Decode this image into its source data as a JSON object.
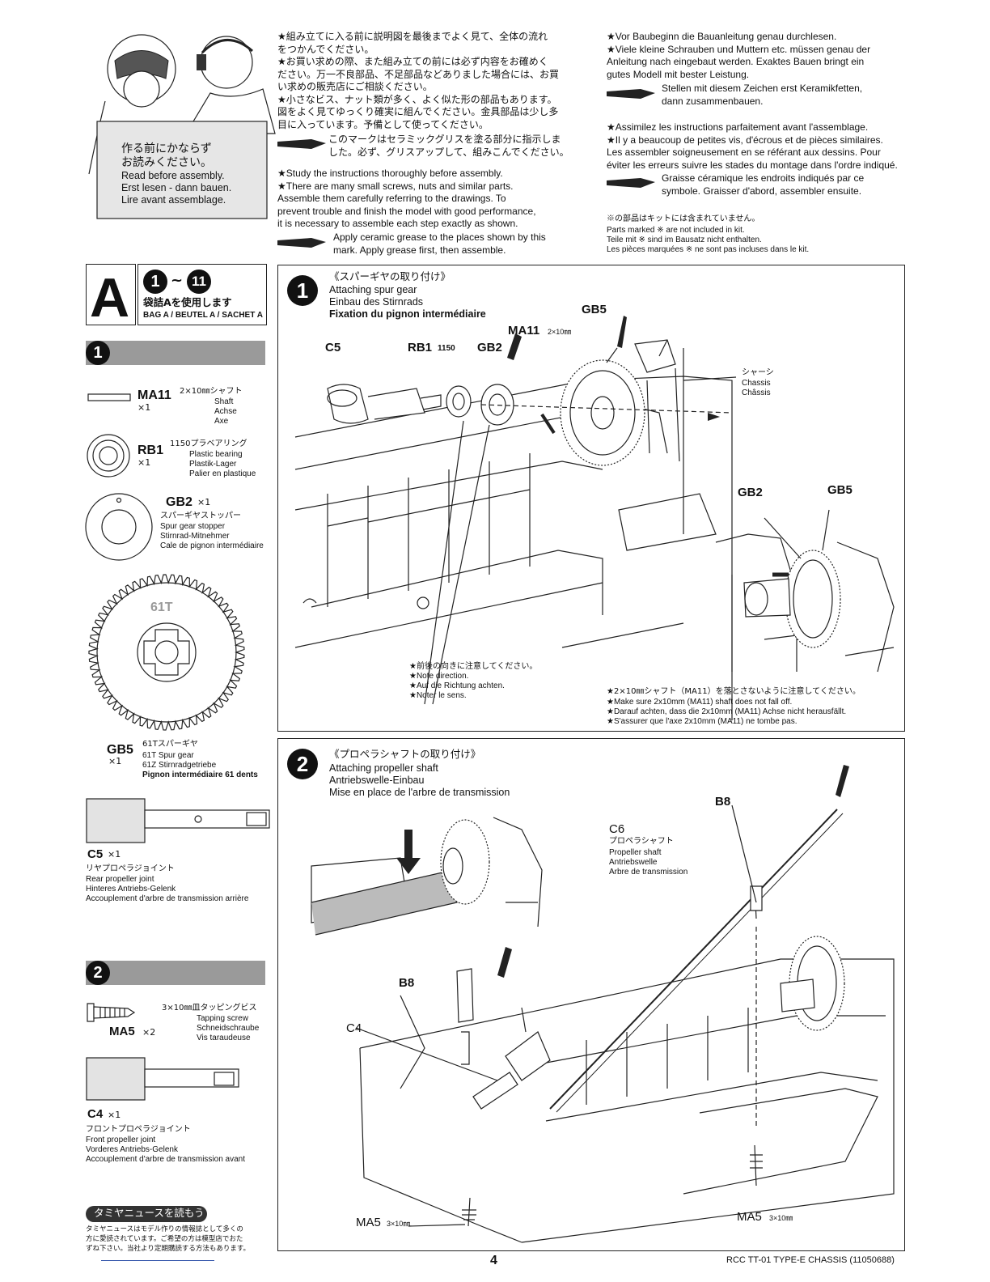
{
  "intro": {
    "card_ja1": "作る前にかならず",
    "card_ja2": "お読みください。",
    "card_en": "Read before assembly.",
    "card_de": "Erst lesen - dann bauen.",
    "card_fr": "Lire avant assemblage."
  },
  "notes_ja": [
    "★組み立てに入る前に説明図を最後までよく見て、全体の流れ",
    "をつかんでください。",
    "★お買い求めの際、また組み立ての前には必ず内容をお確めく",
    "ださい。万一不良部品、不足部品などありました場合には、お買",
    "い求めの販売店にご相談ください。",
    "★小さなビス、ナット類が多く、よく似た形の部品もあります。",
    "図をよく見てゆっくり確実に組んでください。金具部品は少し多",
    "目に入っています。予備として使ってください。"
  ],
  "grease_ja": [
    "このマークはセラミックグリスを塗る部分に指示しま",
    "した。必ず、グリスアップして、組みこんでください。"
  ],
  "notes_en": [
    "★Study the instructions thoroughly before assembly.",
    "★There are many small screws, nuts and similar parts.",
    "Assemble them carefully referring to the drawings. To",
    "prevent trouble and finish the model with good performance,",
    "it is necessary to assemble each step exactly as shown."
  ],
  "grease_en": [
    "Apply ceramic grease to the places shown by this",
    "mark. Apply grease first, then assemble."
  ],
  "notes_de": [
    "★Vor Baubeginn die Bauanleitung genau durchlesen.",
    "★Viele kleine Schrauben und Muttern etc. müssen genau der",
    "Anleitung nach eingebaut werden. Exaktes Bauen bringt ein",
    "gutes Modell mit bester Leistung."
  ],
  "grease_de": [
    "Stellen mit diesem Zeichen erst Keramikfetten,",
    "dann zusammenbauen."
  ],
  "notes_fr": [
    "★Assimilez les instructions parfaitement avant l'assemblage.",
    "★Il y a beaucoup de petites vis, d'écrous et de pièces similaires.",
    "Les assembler soigneusement en se référant aux dessins. Pour",
    "éviter les erreurs suivre les stades du montage dans l'ordre indiqué."
  ],
  "grease_fr": [
    "Graisse céramique les endroits indiqués par ce",
    "symbole. Graisser d'abord, assembler ensuite."
  ],
  "not_included": [
    "※の部品はキットには含まれていません。",
    "Parts marked ※ are not included in kit.",
    "Teile mit ※ sind im Bausatz nicht enthalten.",
    "Les pièces marquées ※ ne sont pas incluses dans le kit."
  ],
  "bag": {
    "letter": "A",
    "range_start": "1",
    "range_sep": "~",
    "range_end": "11",
    "ja": "袋詰Aを使用します",
    "multi": "BAG A / BEUTEL A / SACHET A"
  },
  "parts_step1": {
    "step": "1",
    "ma11": {
      "code": "MA11",
      "qty": "×1",
      "ja": "2×10㎜シャフト",
      "en": "Shaft",
      "de": "Achse",
      "fr": "Axe"
    },
    "rb1": {
      "code": "RB1",
      "qty": "×1",
      "ja": "1150プラベアリング",
      "en": "Plastic bearing",
      "de": "Plastik-Lager",
      "fr": "Palier en plastique"
    },
    "gb2": {
      "code": "GB2",
      "qty": "×1",
      "ja": "スパーギヤストッパー",
      "en": "Spur gear stopper",
      "de": "Stirnrad-Mitnehmer",
      "fr": "Cale de pignon intermédiaire"
    },
    "gear_label": "61T",
    "gb5": {
      "code": "GB5",
      "qty": "×1",
      "ja": "61Tスパーギヤ",
      "en": "61T Spur gear",
      "de": "61Z Stirnradgetriebe",
      "fr": "Pignon intermédiaire 61 dents"
    },
    "c5": {
      "code": "C5",
      "qty": "×1",
      "ja": "リヤプロペラジョイント",
      "en": "Rear propeller joint",
      "de": "Hinteres Antriebs-Gelenk",
      "fr": "Accouplement d'arbre de transmission arrière"
    }
  },
  "parts_step2": {
    "step": "2",
    "ma5": {
      "code": "MA5",
      "qty": "×2",
      "ja": "3×10㎜皿タッピングビス",
      "en": "Tapping screw",
      "de": "Schneidschraube",
      "fr": "Vis taraudeuse"
    },
    "c4": {
      "code": "C4",
      "qty": "×1",
      "ja": "フロントプロペラジョイント",
      "en": "Front propeller joint",
      "de": "Vorderes Antriebs-Gelenk",
      "fr": "Accouplement d'arbre de transmission avant"
    }
  },
  "step1": {
    "num": "1",
    "ja": "《スパーギヤの取り付け》",
    "en": "Attaching spur gear",
    "de": "Einbau des Stirnrads",
    "fr": "Fixation du pignon intermédiaire",
    "lbl_c5": "C5",
    "lbl_rb1": "RB1",
    "lbl_rb1_num": "1150",
    "lbl_gb2": "GB2",
    "lbl_ma11": "MA11",
    "lbl_ma11_size": "2×10㎜",
    "lbl_gb5": "GB5",
    "chassis_ja": "シャーシ",
    "chassis_en": "Chassis",
    "chassis_fr": "Châssis",
    "inset_gb2": "GB2",
    "inset_gb5": "GB5",
    "note_dir": [
      "★前後の向きに注意してください。",
      "★Note direction.",
      "★Auf die Richtung achten.",
      "★Noter le sens."
    ],
    "note_shaft": [
      "★2×10㎜シャフト（MA11）を落とさないように注意してください。",
      "★Make sure 2x10mm (MA11) shaft does not fall off.",
      "★Darauf achten, dass die 2x10mm (MA11) Achse nicht herausfällt.",
      "★S'assurer que l'axe 2x10mm (MA11) ne tombe pas."
    ]
  },
  "step2": {
    "num": "2",
    "ja": "《プロペラシャフトの取り付け》",
    "en": "Attaching propeller shaft",
    "de": "Antriebswelle-Einbau",
    "fr": "Mise en place de l'arbre de transmission",
    "lbl_b8_top": "B8",
    "lbl_c6": "C6",
    "c6_ja": "プロペラシャフト",
    "c6_en": "Propeller shaft",
    "c6_de": "Antriebswelle",
    "c6_fr": "Arbre de transmission",
    "lbl_b8_mid": "B8",
    "lbl_c4": "C4",
    "lbl_ma5_left": "MA5",
    "lbl_ma5_left_size": "3×10㎜",
    "lbl_ma5_right": "MA5",
    "lbl_ma5_right_size": "3×10㎜"
  },
  "news": {
    "badge": "タミヤニュースを読もう",
    "text": [
      "タミヤニュースはモデル作りの情報誌として多くの",
      "方に愛読されています。ご希望の方は模型店でおた",
      "ずね下さい。当社より定期購読する方法もあります。"
    ]
  },
  "footer": {
    "page": "4",
    "title": "RCC TT-01 TYPE-E CHASSIS (11050688)"
  }
}
